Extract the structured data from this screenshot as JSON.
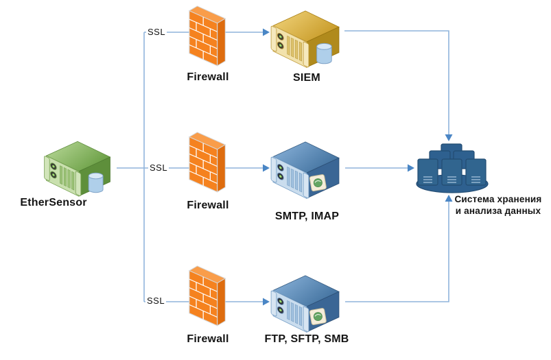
{
  "diagram": {
    "nodes": {
      "ethersensor": {
        "label": "EtherSensor"
      },
      "firewall_top": {
        "label": "Firewall"
      },
      "firewall_mid": {
        "label": "Firewall"
      },
      "firewall_bottom": {
        "label": "Firewall"
      },
      "siem": {
        "label": "SIEM"
      },
      "smtp_imap": {
        "label": "SMTP, IMAP"
      },
      "ftp_sftp_smb": {
        "label": "FTP, SFTP, SMB"
      },
      "storage": {
        "label_line1": "Система хранения",
        "label_line2": "и анализа данных"
      }
    },
    "edges": {
      "ssl_top": {
        "label": "SSL"
      },
      "ssl_mid": {
        "label": "SSL"
      },
      "ssl_bottom": {
        "label": "SSL"
      }
    },
    "icons": {
      "ethersensor": "green-server-with-database-icon",
      "firewall": "orange-brick-wall-icon",
      "siem": "gold-server-with-database-icon",
      "smtp_imap": "blue-server-with-mail-badge-icon",
      "ftp_sftp_smb": "blue-server-with-mail-badge-icon",
      "storage": "server-cluster-on-platter-icon"
    },
    "colors": {
      "connector": "#8FB4DC",
      "arrowhead": "#4A86C5",
      "labeltext": "#141414",
      "ethersensor_green": "#7DAF56",
      "firewall_orange": "#F5821F",
      "siem_gold": "#D9AC33",
      "server_blue": "#4A7FB5",
      "storage_navy": "#2E608F"
    }
  }
}
